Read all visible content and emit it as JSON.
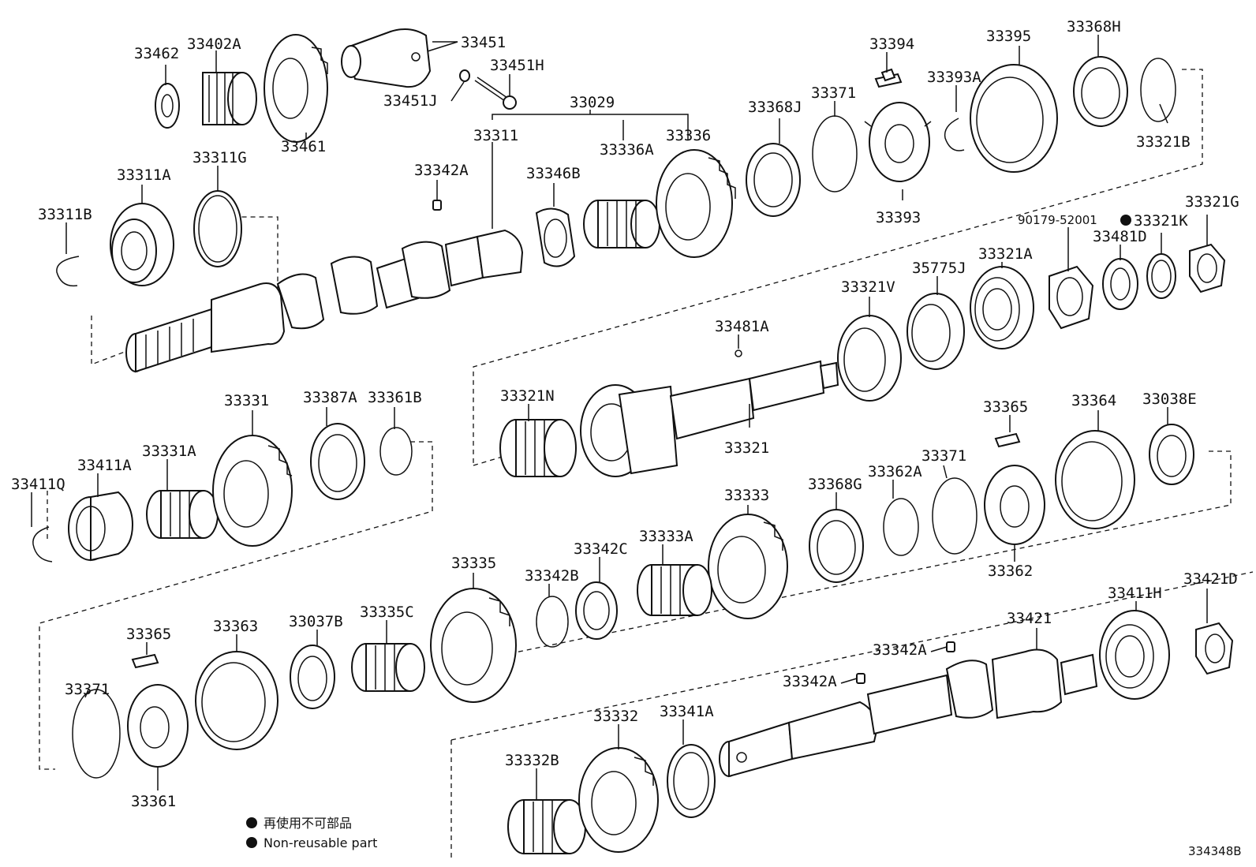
{
  "parts": [
    {
      "id": "p1",
      "label": "33462"
    },
    {
      "id": "p2",
      "label": "33402A"
    },
    {
      "id": "p3",
      "label": "33461"
    },
    {
      "id": "p4",
      "label": "33451"
    },
    {
      "id": "p5",
      "label": "33451H"
    },
    {
      "id": "p6",
      "label": "33451J"
    },
    {
      "id": "p7",
      "label": "33029"
    },
    {
      "id": "p8",
      "label": "33311"
    },
    {
      "id": "p9",
      "label": "33336A"
    },
    {
      "id": "p10",
      "label": "33336"
    },
    {
      "id": "p11",
      "label": "33311A"
    },
    {
      "id": "p12",
      "label": "33311G"
    },
    {
      "id": "p13",
      "label": "33311B"
    },
    {
      "id": "p14",
      "label": "33342A"
    },
    {
      "id": "p15",
      "label": "33346B"
    },
    {
      "id": "p16",
      "label": "33368J"
    },
    {
      "id": "p17",
      "label": "33371"
    },
    {
      "id": "p18",
      "label": "33394"
    },
    {
      "id": "p19",
      "label": "33393"
    },
    {
      "id": "p20",
      "label": "33393A"
    },
    {
      "id": "p21",
      "label": "33395"
    },
    {
      "id": "p22",
      "label": "33368H"
    },
    {
      "id": "p23",
      "label": "33321B"
    },
    {
      "id": "p24",
      "label": "90179-52001"
    },
    {
      "id": "p25",
      "label": "33321K"
    },
    {
      "id": "p26",
      "label": "33321G"
    },
    {
      "id": "p27",
      "label": "33481D"
    },
    {
      "id": "p28",
      "label": "33321A"
    },
    {
      "id": "p29",
      "label": "35775J"
    },
    {
      "id": "p30",
      "label": "33321V"
    },
    {
      "id": "p31",
      "label": "33481A"
    },
    {
      "id": "p32",
      "label": "33321N"
    },
    {
      "id": "p33",
      "label": "33321"
    },
    {
      "id": "p34",
      "label": "33331"
    },
    {
      "id": "p35",
      "label": "33387A"
    },
    {
      "id": "p36",
      "label": "33361B"
    },
    {
      "id": "p37",
      "label": "33331A"
    },
    {
      "id": "p38",
      "label": "33411A"
    },
    {
      "id": "p39",
      "label": "33411Q"
    },
    {
      "id": "p40",
      "label": "33333"
    },
    {
      "id": "p41",
      "label": "33368G"
    },
    {
      "id": "p42",
      "label": "33362A"
    },
    {
      "id": "p43",
      "label": "33371"
    },
    {
      "id": "p44",
      "label": "33365"
    },
    {
      "id": "p45",
      "label": "33364"
    },
    {
      "id": "p46",
      "label": "33038E"
    },
    {
      "id": "p47",
      "label": "33362"
    },
    {
      "id": "p48",
      "label": "33335"
    },
    {
      "id": "p49",
      "label": "33342B"
    },
    {
      "id": "p50",
      "label": "33342C"
    },
    {
      "id": "p51",
      "label": "33333A"
    },
    {
      "id": "p52",
      "label": "33421"
    },
    {
      "id": "p53",
      "label": "33411H"
    },
    {
      "id": "p54",
      "label": "33421D"
    },
    {
      "id": "p55",
      "label": "33342A"
    },
    {
      "id": "p56",
      "label": "33342A"
    },
    {
      "id": "p57",
      "label": "33365"
    },
    {
      "id": "p58",
      "label": "33363"
    },
    {
      "id": "p59",
      "label": "33037B"
    },
    {
      "id": "p60",
      "label": "33335C"
    },
    {
      "id": "p61",
      "label": "33371"
    },
    {
      "id": "p62",
      "label": "33361"
    },
    {
      "id": "p63",
      "label": "33332"
    },
    {
      "id": "p64",
      "label": "33341A"
    },
    {
      "id": "p65",
      "label": "33332B"
    }
  ],
  "legend": {
    "line_jp": "再使用不可部品",
    "line_en": "Non-reusable part"
  },
  "diagram_code": "334348B"
}
